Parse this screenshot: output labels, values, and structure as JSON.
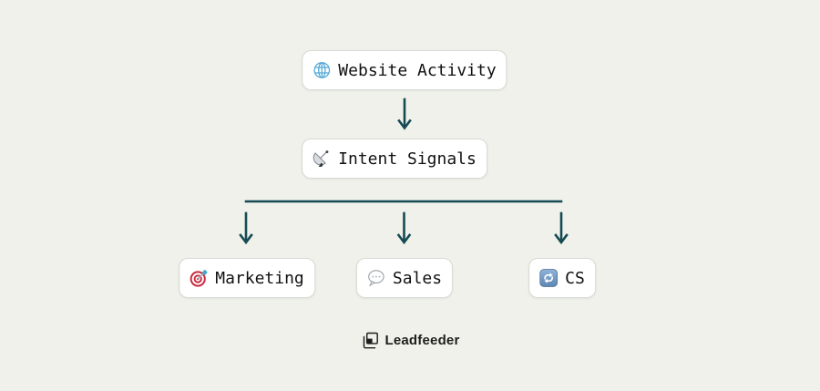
{
  "diagram": {
    "nodes": [
      {
        "id": "website-activity",
        "label": "Website Activity",
        "icon": "globe-icon"
      },
      {
        "id": "intent-signals",
        "label": "Intent Signals",
        "icon": "satellite-antenna-icon"
      },
      {
        "id": "marketing",
        "label": "Marketing",
        "icon": "direct-hit-icon"
      },
      {
        "id": "sales",
        "label": "Sales",
        "icon": "speech-balloon-icon"
      },
      {
        "id": "cs",
        "label": "CS",
        "icon": "repeat-icon"
      }
    ],
    "edges": [
      {
        "from": "website-activity",
        "to": "intent-signals"
      },
      {
        "from": "intent-signals",
        "to": "marketing"
      },
      {
        "from": "intent-signals",
        "to": "sales"
      },
      {
        "from": "intent-signals",
        "to": "cs"
      }
    ]
  },
  "footer": {
    "brand": "Leadfeeder"
  },
  "colors": {
    "background": "#eff1ea",
    "connector": "#164a53",
    "node_background": "#ffffff",
    "node_border": "#d9dad5",
    "node_text": "#111111",
    "brand_text": "#1e1e1c"
  }
}
